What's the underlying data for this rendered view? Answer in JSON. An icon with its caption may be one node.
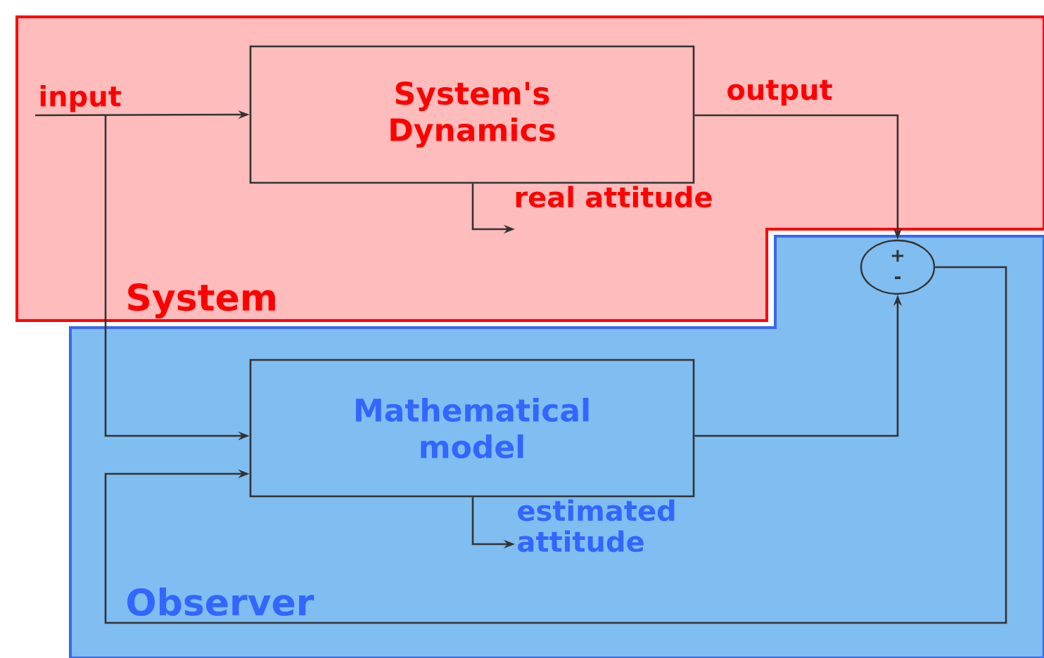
{
  "diagram": {
    "nodes": [
      {
        "text": [
          "System"
        ]
      },
      {
        "text": [
          "Observer"
        ]
      },
      {
        "text": [
          "System's Dynamics"
        ],
        "in": 0
      },
      {
        "text": [
          "Mathematical model"
        ],
        "in": 1
      },
      {
        "text": [
          "input"
        ],
        "in": 0
      },
      {
        "text": [
          "+",
          "-"
        ],
        "in": 1
      }
    ],
    "edges": [
      {
        "from": 4,
        "to": 2,
        "arrow": "to"
      },
      {
        "from": 4,
        "to": 3,
        "arrow": "to"
      },
      {
        "from": 2,
        "to": 5,
        "arrow": "to",
        "label": "output"
      },
      {
        "from": 2,
        "to": null,
        "arrow": "to",
        "label": "real attitude"
      },
      {
        "from": 3,
        "to": 5,
        "arrow": "to"
      },
      {
        "from": 5,
        "to": 3,
        "arrow": "to"
      },
      {
        "from": 3,
        "to": null,
        "arrow": "to",
        "label": "estimated attitude"
      }
    ]
  }
}
